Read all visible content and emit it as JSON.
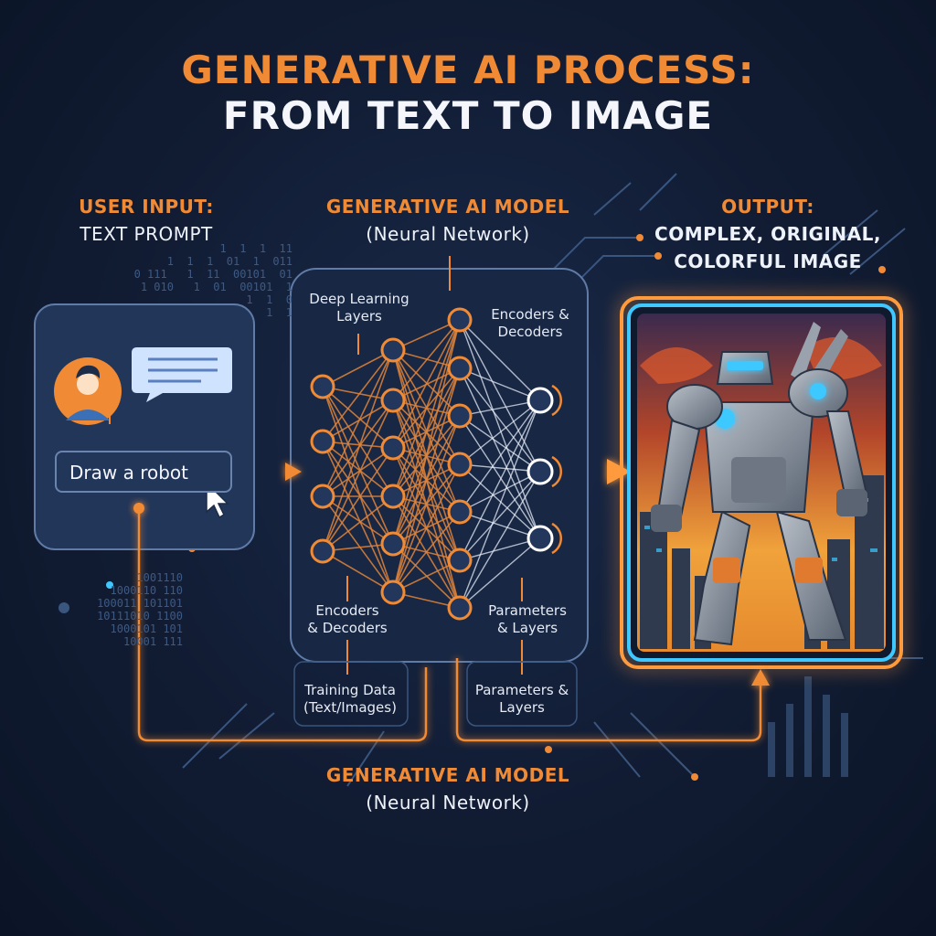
{
  "title": {
    "line1": "GENERATIVE AI PROCESS:",
    "line2": "FROM TEXT TO IMAGE"
  },
  "input": {
    "heading": "USER INPUT:",
    "subheading": "TEXT PROMPT",
    "prompt_text": "Draw a robot"
  },
  "model": {
    "heading": "GENERATIVE AI MODEL",
    "subheading": "(Neural Network)",
    "labels": {
      "deep_learning_1": "Deep Learning",
      "deep_learning_2": "Layers",
      "encoders_top_1": "Encoders &",
      "encoders_top_2": "Decoders",
      "encoders_bottom_1": "Encoders",
      "encoders_bottom_2": "& Decoders",
      "params_inner_1": "Parameters",
      "params_inner_2": "& Layers",
      "training_1": "Training Data",
      "training_2": "(Text/Images)",
      "params_outer_1": "Parameters &",
      "params_outer_2": "Layers"
    }
  },
  "output": {
    "heading": "OUTPUT:",
    "line1": "COMPLEX, ORIGINAL,",
    "line2": "COLORFUL IMAGE"
  },
  "footer": {
    "heading": "GENERATIVE AI MODEL",
    "subheading": "(Neural Network)"
  },
  "binary": {
    "left_top": [
      "1  1  1  11",
      "1  1  1  01  1  011",
      "0 111   1  11  00101  01",
      "1 010   1  01  00101  1",
      "1  1  0",
      "1  1"
    ],
    "left_bottom": [
      "1001110",
      "1000110 110",
      "100011 101101",
      "10111010 1100",
      "1000101 101",
      "10001 111"
    ]
  },
  "colors": {
    "accent": "#f08a35",
    "glow": "#ff9a3c",
    "panel_border": "#5f7ba6",
    "frame_blue": "#3ec8ff"
  }
}
